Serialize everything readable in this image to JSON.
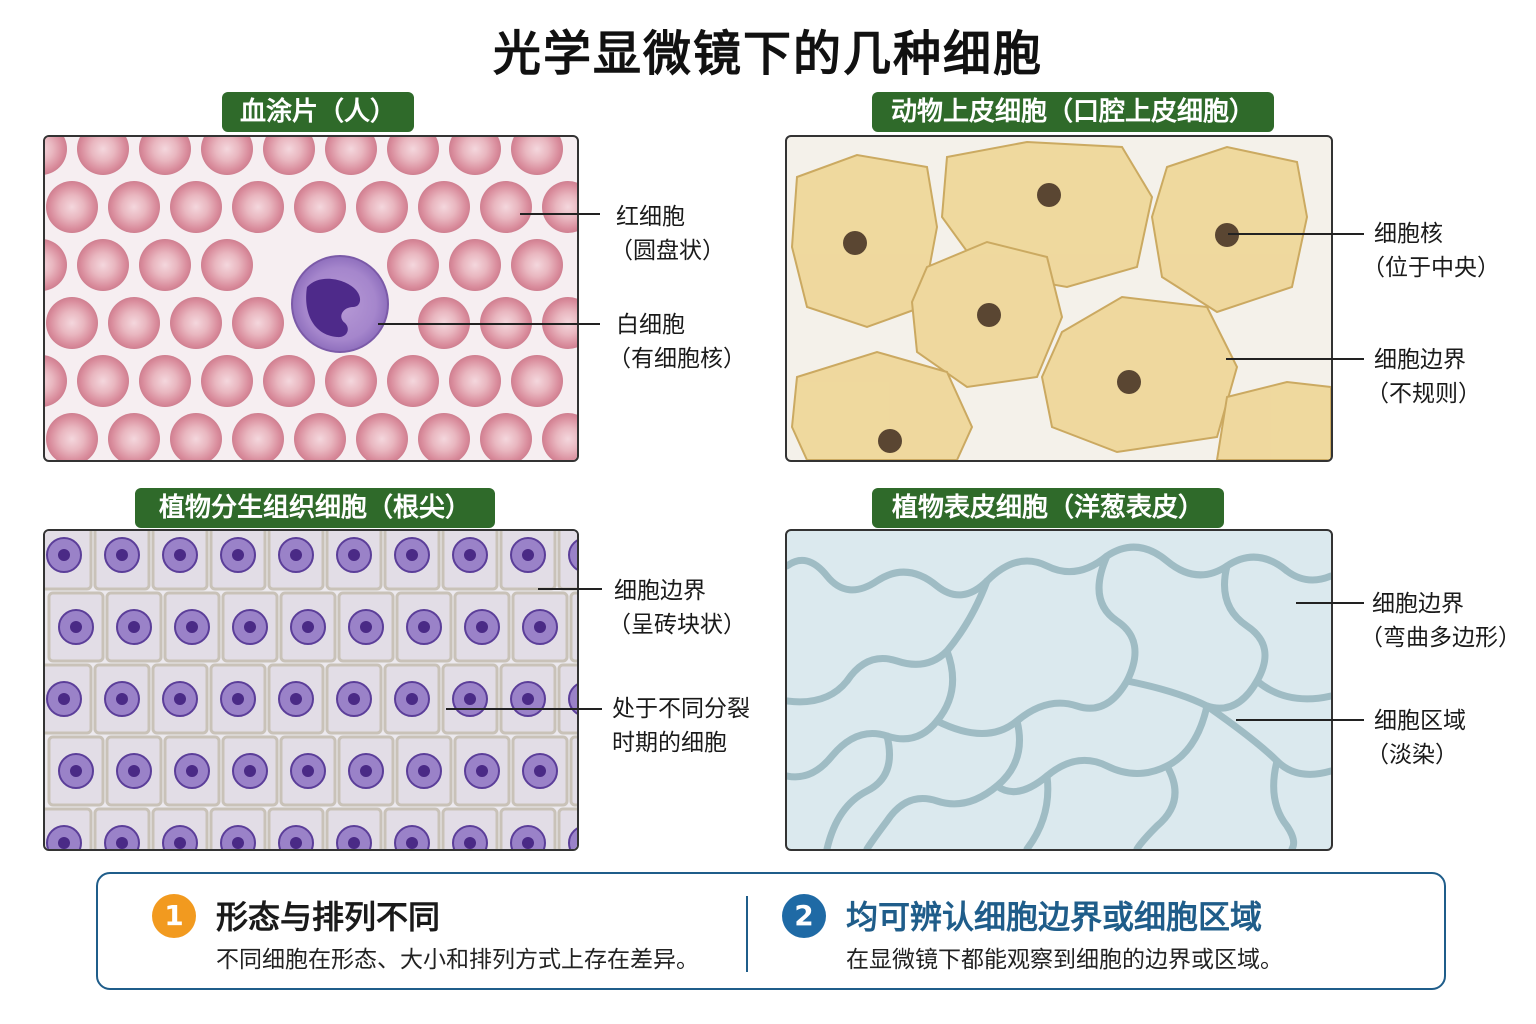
{
  "title": "光学显微镜下的几种细胞",
  "panels": {
    "blood": {
      "tag": "血涂片（人）",
      "labels": [
        {
          "l1": "红细胞",
          "l2": "（圆盘状）"
        },
        {
          "l1": "白细胞",
          "l2": "（有细胞核）"
        }
      ]
    },
    "epithelial": {
      "tag": "动物上皮细胞（口腔上皮细胞）",
      "labels": [
        {
          "l1": "细胞核",
          "l2": "（位于中央）"
        },
        {
          "l1": "细胞边界",
          "l2": "（不规则）"
        }
      ]
    },
    "meristem": {
      "tag": "植物分生组织细胞（根尖）",
      "labels": [
        {
          "l1": "细胞边界",
          "l2": "（呈砖块状）"
        },
        {
          "l1": "处于不同分裂",
          "l2": "时期的细胞"
        }
      ]
    },
    "onion": {
      "tag": "植物表皮细胞（洋葱表皮）",
      "labels": [
        {
          "l1": "细胞边界",
          "l2": "（弯曲多边形）"
        },
        {
          "l1": "细胞区域",
          "l2": "（淡染）"
        }
      ]
    }
  },
  "summary": {
    "items": [
      {
        "number": "1",
        "heading": "形态与排列不同",
        "text": "不同细胞在形态、大小和排列方式上存在差异。",
        "color": "#f29a1f"
      },
      {
        "number": "2",
        "heading": "均可辨认细胞边界或细胞区域",
        "text": "在显微镜下都能观察到细胞的边界或区域。",
        "color": "#1f6aa5"
      }
    ]
  },
  "colors": {
    "tag_green": "#2f6a2a",
    "summary_border": "#1f5d8a",
    "heading2": "#1f5d8a"
  }
}
